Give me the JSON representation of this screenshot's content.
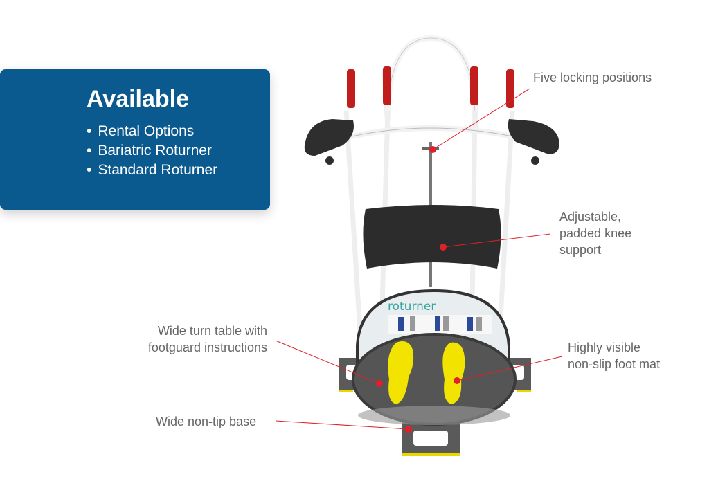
{
  "panel": {
    "title": "Available",
    "items": [
      "Rental Options",
      "Bariatric Roturner",
      "Standard Roturner"
    ]
  },
  "callouts": {
    "locking": "Five locking positions",
    "knee": [
      "Adjustable,",
      "padded knee",
      "support"
    ],
    "turntable": [
      "Wide turn table with",
      "footguard instructions"
    ],
    "footmat": [
      "Highly visible",
      "non-slip foot mat"
    ],
    "base": "Wide non-tip base"
  },
  "product": {
    "logo": "roturner"
  },
  "colors": {
    "panel": "#0b5a8f",
    "accent": "#e0202a",
    "mat": "#f2e400"
  }
}
